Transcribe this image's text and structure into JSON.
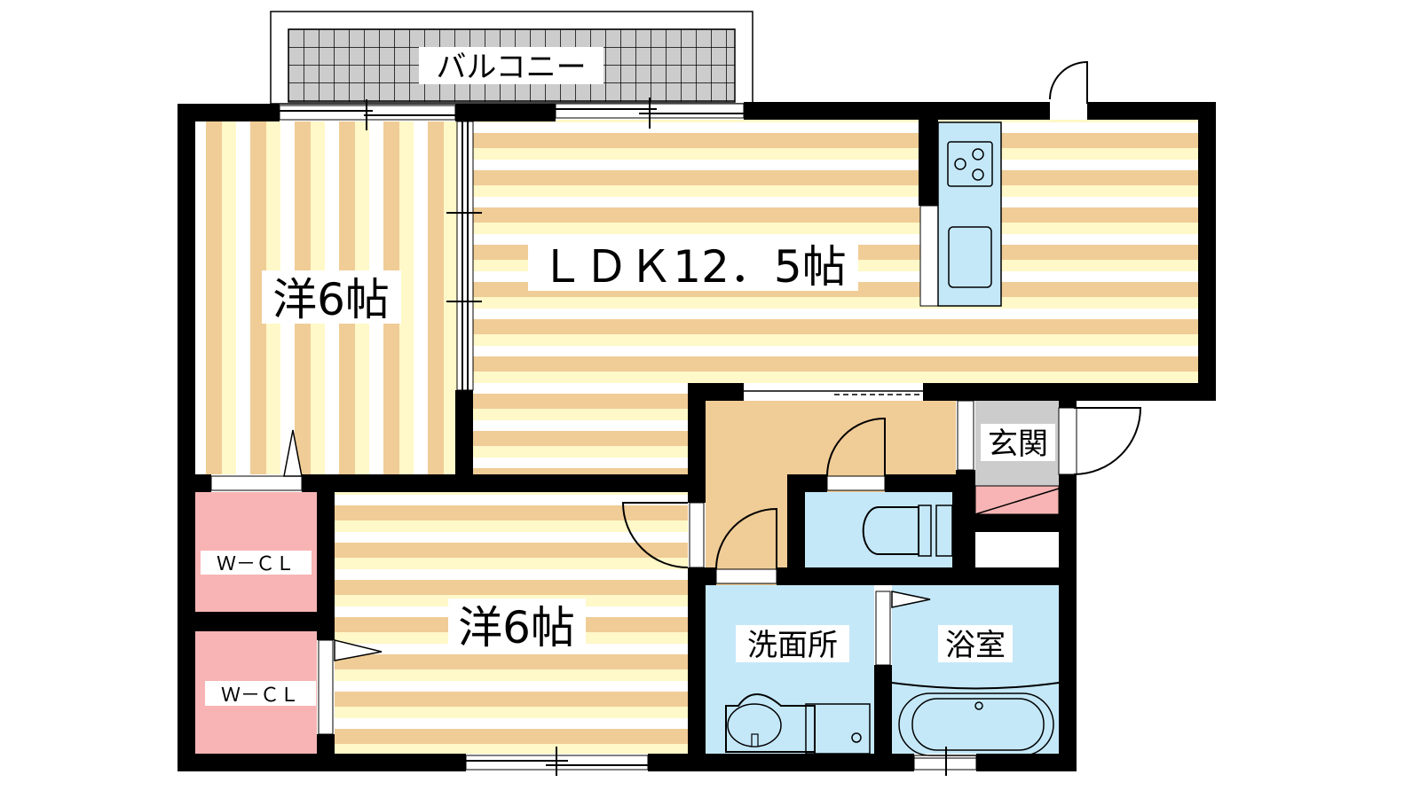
{
  "rooms": {
    "balcony": "バルコニー",
    "western1": "洋6帖",
    "ldk": "ＬＤＫ12．5帖",
    "western2": "洋6帖",
    "wcl1": "Ｗ－ＣＬ",
    "wcl2": "Ｗ－ＣＬ",
    "entrance": "玄関",
    "washroom": "洗面所",
    "bathroom": "浴室"
  },
  "colors": {
    "floor_tan": "#f0cc96",
    "floor_yellow": "#fff8c8",
    "wet_blue": "#c4e8f8",
    "closet_pink": "#f8b4b4",
    "entrance_gray": "#cccccc",
    "wall": "#000000"
  }
}
